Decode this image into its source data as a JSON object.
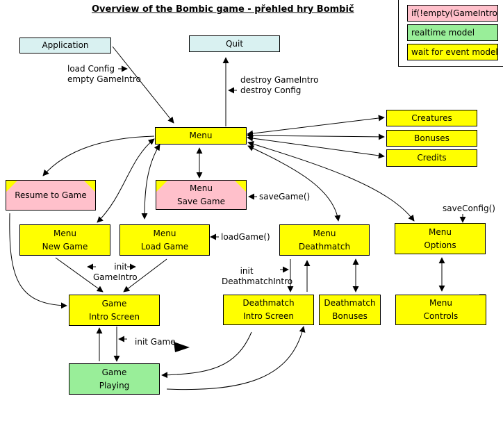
{
  "title": "Overview of the Bombic game - přehled hry Bombič",
  "legend": [
    {
      "label": "if(!empty(GameIntro))",
      "color": "#ffc0cb"
    },
    {
      "label": "realtime model",
      "color": "#99ee99"
    },
    {
      "label": "wait for event model",
      "color": "#ffff00"
    }
  ],
  "nodes": {
    "application": {
      "lines": [
        "Application"
      ]
    },
    "quit": {
      "lines": [
        "Quit"
      ]
    },
    "menu": {
      "lines": [
        "Menu"
      ]
    },
    "creatures": {
      "lines": [
        "Creatures"
      ]
    },
    "bonuses": {
      "lines": [
        "Bonuses"
      ]
    },
    "credits": {
      "lines": [
        "Credits"
      ]
    },
    "resume": {
      "lines": [
        "Resume to Game"
      ]
    },
    "save_game": {
      "lines": [
        "Menu",
        "Save Game"
      ]
    },
    "new_game": {
      "lines": [
        "Menu",
        "New Game"
      ]
    },
    "load_game": {
      "lines": [
        "Menu",
        "Load Game"
      ]
    },
    "deathmatch": {
      "lines": [
        "Menu",
        "Deathmatch"
      ]
    },
    "options": {
      "lines": [
        "Menu",
        "Options"
      ]
    },
    "game_intro": {
      "lines": [
        "Game",
        "Intro Screen"
      ]
    },
    "dm_intro": {
      "lines": [
        "Deathmatch",
        "Intro Screen"
      ]
    },
    "dm_bonuses": {
      "lines": [
        "Deathmatch",
        "Bonuses"
      ]
    },
    "controls": {
      "lines": [
        "Menu",
        "Controls"
      ]
    },
    "game_playing": {
      "lines": [
        "Game",
        "Playing"
      ]
    }
  },
  "labels": {
    "load_config": [
      "load Config",
      "empty GameIntro"
    ],
    "destroy": [
      "destroy GameIntro",
      "destroy Config"
    ],
    "save_game_call": "saveGame()",
    "save_config_call": "saveConfig()",
    "load_game_call": "loadGame()",
    "init_game_intro": [
      "init",
      "GameIntro"
    ],
    "init_dm_intro": [
      "init",
      "DeathmatchIntro"
    ],
    "init_game": "init Game"
  }
}
